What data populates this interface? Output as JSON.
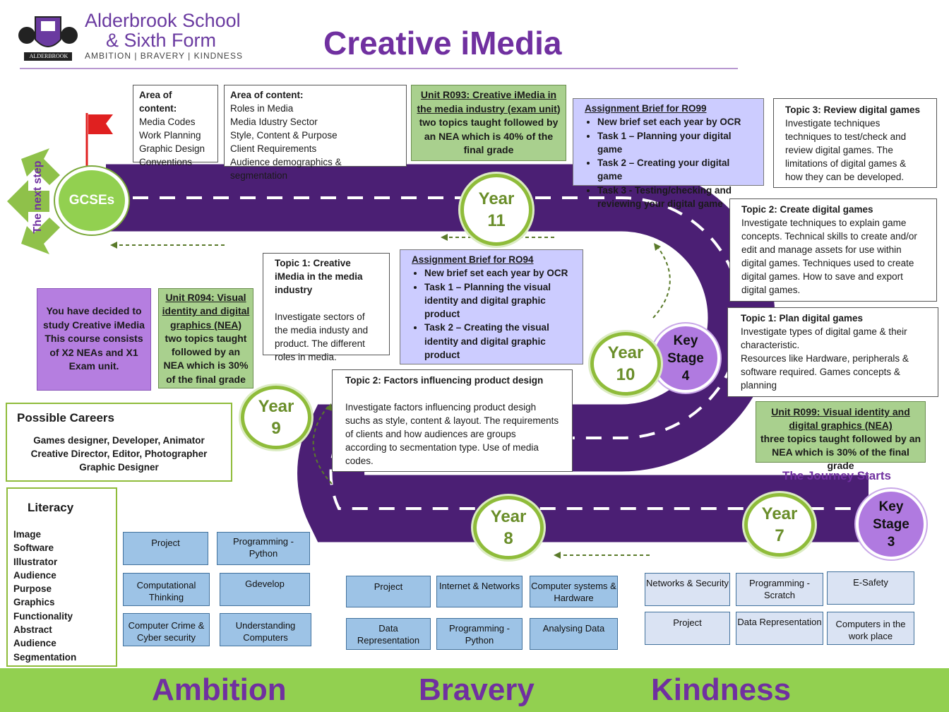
{
  "header": {
    "school_line1": "Alderbrook School",
    "school_line2": "& Sixth Form",
    "school_values": "AMBITION | BRAVERY | KINDNESS",
    "crest_text": "ALDERBROOK",
    "page_title": "Creative iMedia"
  },
  "gcses": {
    "label": "GCSEs",
    "next_step": "The next step"
  },
  "area1": {
    "title": "Area of content:",
    "items": [
      "Media Codes",
      "Work Planning",
      "Graphic Design",
      "Conventions"
    ]
  },
  "area2": {
    "title": "Area of content:",
    "items": [
      "Roles in Media",
      "Media Idustry Sector",
      "Style, Content & Purpose",
      "Client Requirements",
      "Audience demographics & segmentation"
    ]
  },
  "unit_r093": {
    "title": "Unit R093: Creative iMedia in the media industry (exam unit)",
    "body": "two topics taught followed by an NEA which is 40% of the final grade"
  },
  "brief_r099": {
    "title": "Assignment Brief for RO99",
    "items": [
      "New brief set each year by OCR",
      "Task 1 – Planning your digital game",
      "Task 2 – Creating your digital game",
      "Task 3 - Testing/checking and reviewing your digital game"
    ]
  },
  "topic3_review": {
    "title": "Topic 3: Review digital games",
    "body": "Investigate techniques techniques to test/check and review digital games. The limitations of digital games & how they can be developed."
  },
  "topic2_create": {
    "title": "Topic 2: Create digital games",
    "body": "Investigate techniques to explain game concepts. Technical skills to create and/or edit and manage assets for use within digital games. Techniques used to create digital games. How to save and export digital games."
  },
  "topic1_plan": {
    "title": "Topic 1: Plan digital games",
    "body1": "Investigate types of digital game & their characteristic.",
    "body2": "Resources like Hardware, peripherals & software required.  Games concepts & planning"
  },
  "unit_r099": {
    "title": "Unit R099: Visual identity and digital graphics (NEA)",
    "body": "three topics taught followed by an NEA which is 30% of the final grade"
  },
  "journey_starts": "The Journey Starts",
  "topic1_media": {
    "title": "Topic 1: Creative iMedia in the media industry",
    "body": "Investigate sectors of the media industy and product.  The different roles in media."
  },
  "brief_r094": {
    "title": "Assignment Brief for RO94",
    "items": [
      "New brief set each year by OCR",
      "Task 1 – Planning the visual identity and digital graphic product",
      "Task 2 – Creating the visual identity and digital graphic product"
    ]
  },
  "decided": "You have decided to study Creative iMedia This course consists of X2 NEAs and X1 Exam unit.",
  "unit_r094": {
    "title": "Unit R094: Visual identity and digital graphics (NEA)",
    "body": "two topics taught followed by an NEA which is 30% of the final grade"
  },
  "topic2_factors": {
    "title": "Topic 2: Factors influencing product design",
    "body": "Investigate factors influencing product desigh suchs as style, content & layout. The requirements of clients and how audiences are groups according to secmentation type. Use of media codes."
  },
  "careers": {
    "title": "Possible  Careers",
    "lines": [
      "Games designer, Developer, Animator",
      "Creative Director, Editor, Photographer",
      "Graphic Designer"
    ]
  },
  "literacy": {
    "title": "Literacy",
    "words": [
      "Image",
      "Software",
      "Illustrator",
      "Audience",
      "Purpose",
      "Graphics",
      "Functionality",
      "Abstract",
      "Audience",
      "Segmentation"
    ]
  },
  "years": {
    "y11": [
      "Year",
      "11"
    ],
    "y10": [
      "Year",
      "10"
    ],
    "y9": [
      "Year",
      "9"
    ],
    "y8": [
      "Year",
      "8"
    ],
    "y7": [
      "Year",
      "7"
    ]
  },
  "key_stages": {
    "ks4": [
      "Key",
      "Stage",
      "4"
    ],
    "ks3": [
      "Key",
      "Stage",
      "3"
    ]
  },
  "year9_tiles": [
    "Project",
    "Programming - Python",
    "Computational Thinking",
    "Gdevelop",
    "Computer Crime & Cyber security",
    "Understanding Computers"
  ],
  "year8_tiles": [
    "Project",
    "Internet & Networks",
    "Computer systems & Hardware",
    "Data Representation",
    "Programming - Python",
    "Analysing Data"
  ],
  "year7_tiles": [
    "Networks & Security",
    "Programming - Scratch",
    "E-Safety",
    "Project",
    "Data Representation",
    "Computers in the work place"
  ],
  "footer": {
    "w1": "Ambition",
    "w2": "Bravery",
    "w3": "Kindness"
  },
  "colors": {
    "road": "#4b1f74",
    "accent_purple": "#7030a0",
    "green": "#8fbc3a",
    "footer_green": "#92d050",
    "tile_blue": "#9dc3e6"
  }
}
